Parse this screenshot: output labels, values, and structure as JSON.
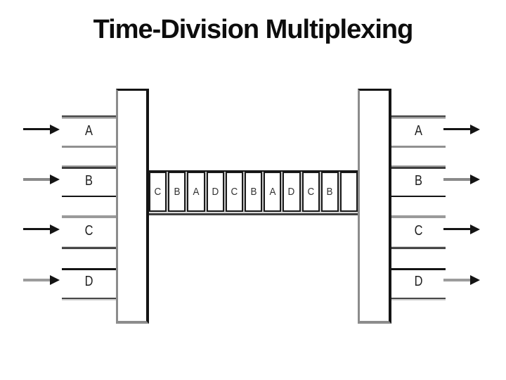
{
  "title": "Time-Division Multiplexing",
  "inputs": [
    {
      "label": "A",
      "arrow_color": "black"
    },
    {
      "label": "B",
      "arrow_color": "gray"
    },
    {
      "label": "C",
      "arrow_color": "black"
    },
    {
      "label": "D",
      "arrow_color": "gray"
    }
  ],
  "outputs": [
    {
      "label": "A",
      "arrow_color": "black"
    },
    {
      "label": "B",
      "arrow_color": "gray"
    },
    {
      "label": "C",
      "arrow_color": "black"
    },
    {
      "label": "D",
      "arrow_color": "gray"
    }
  ],
  "channel": {
    "slots": [
      "C",
      "B",
      "A",
      "D",
      "C",
      "B",
      "A",
      "D",
      "C",
      "B",
      ""
    ]
  },
  "colors": {
    "ink": "#141414",
    "gray_line": "#9a9a9a",
    "box_shadow_gray": "#8c8c8c",
    "channel_bg": "#c4c4c4"
  }
}
